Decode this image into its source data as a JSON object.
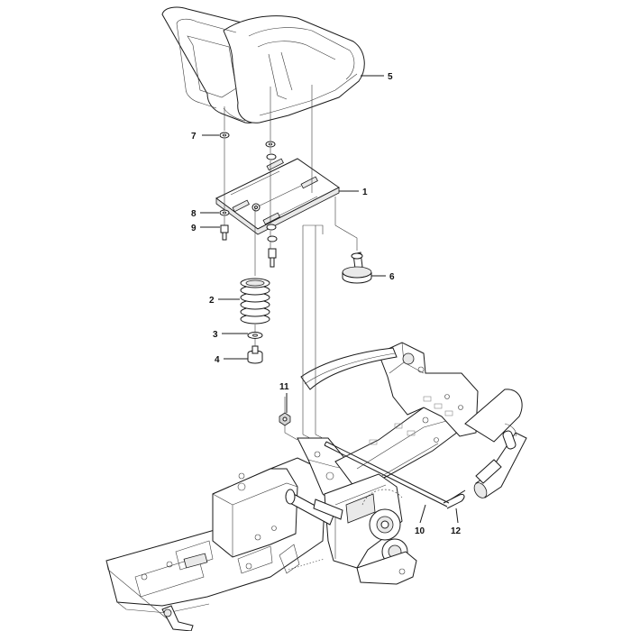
{
  "parts": [
    {
      "id": "seat",
      "label": "5"
    },
    {
      "id": "seat-plate",
      "label": "1"
    },
    {
      "id": "spring",
      "label": "2"
    },
    {
      "id": "spring-washer",
      "label": "3"
    },
    {
      "id": "spring-bolt",
      "label": "4"
    },
    {
      "id": "adjust-knob",
      "label": "6"
    },
    {
      "id": "washer",
      "label": "7"
    },
    {
      "id": "plate-washer",
      "label": "8"
    },
    {
      "id": "plate-bolt",
      "label": "9"
    },
    {
      "id": "rod",
      "label": "10"
    },
    {
      "id": "nut",
      "label": "11"
    },
    {
      "id": "hair-pin",
      "label": "12"
    }
  ],
  "colors": {
    "line": "#1a1a1a",
    "label": "#111111",
    "background": "#ffffff"
  }
}
